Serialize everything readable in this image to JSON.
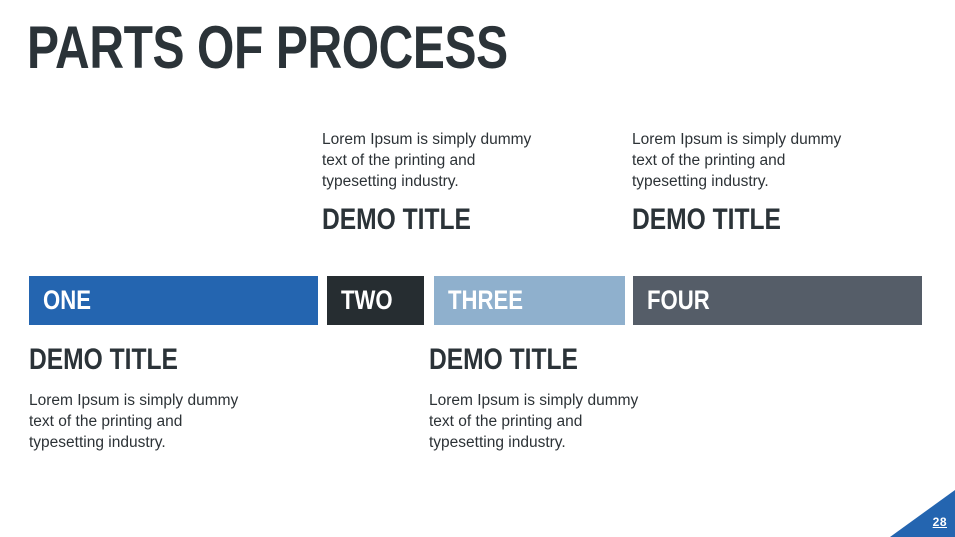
{
  "slide": {
    "title": "PARTS OF PROCESS",
    "background_color": "#ffffff",
    "title_color": "#2b3338",
    "page_number": "28",
    "accent_color": "#2465b0"
  },
  "steps": [
    {
      "label": "ONE",
      "bar_color": "#2465b0",
      "heading": "DEMO TITLE",
      "body": "Lorem Ipsum is simply dummy text of the printing and typesetting industry.",
      "position": "bottom"
    },
    {
      "label": "TWO",
      "bar_color": "#262d31",
      "heading": "DEMO TITLE",
      "body": "Lorem Ipsum is simply dummy text of the printing and typesetting industry.",
      "position": "top"
    },
    {
      "label": "THREE",
      "bar_color": "#8fb0cd",
      "heading": "DEMO TITLE",
      "body": "Lorem Ipsum is simply dummy text of the printing and typesetting industry.",
      "position": "bottom"
    },
    {
      "label": "FOUR",
      "bar_color": "#555d68",
      "heading": "DEMO TITLE",
      "body": "Lorem Ipsum is simply dummy text of the printing and typesetting industry.",
      "position": "top"
    }
  ]
}
